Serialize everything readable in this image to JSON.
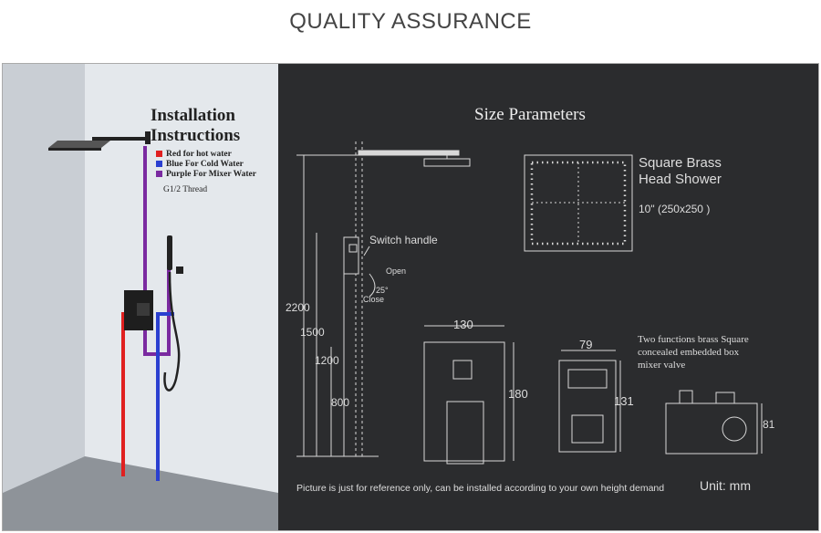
{
  "page": {
    "title": "QUALITY ASSURANCE"
  },
  "installation": {
    "title_line1": "Installation",
    "title_line2": "Instructions",
    "legend": [
      {
        "label": "Red for hot water",
        "color": "#e02020"
      },
      {
        "label": "Blue For Cold Water",
        "color": "#2a3fd0"
      },
      {
        "label": "Purple For Mixer Water",
        "color": "#7a2aa0"
      }
    ],
    "thread": "G1/2 Thread"
  },
  "size": {
    "title": "Size Parameters",
    "head_line1": "Square Brass",
    "head_line2": "Head Shower",
    "head_size": "10\" (250x250 )",
    "switch_handle": "Switch handle",
    "open": "Open",
    "angle": "25°",
    "close": "Close",
    "heights": [
      "2200",
      "1500",
      "1200",
      "800"
    ],
    "plate_width": "130",
    "plate_height": "180",
    "box_width": "79",
    "box_height": "131",
    "valve_height": "81",
    "valve_desc_line1": "Two functions brass Square",
    "valve_desc_line2": "concealed embedded box",
    "valve_desc_line3": "mixer valve",
    "note": "Picture is just for reference only, can be installed according to your own height demand",
    "unit": "Unit: mm"
  }
}
